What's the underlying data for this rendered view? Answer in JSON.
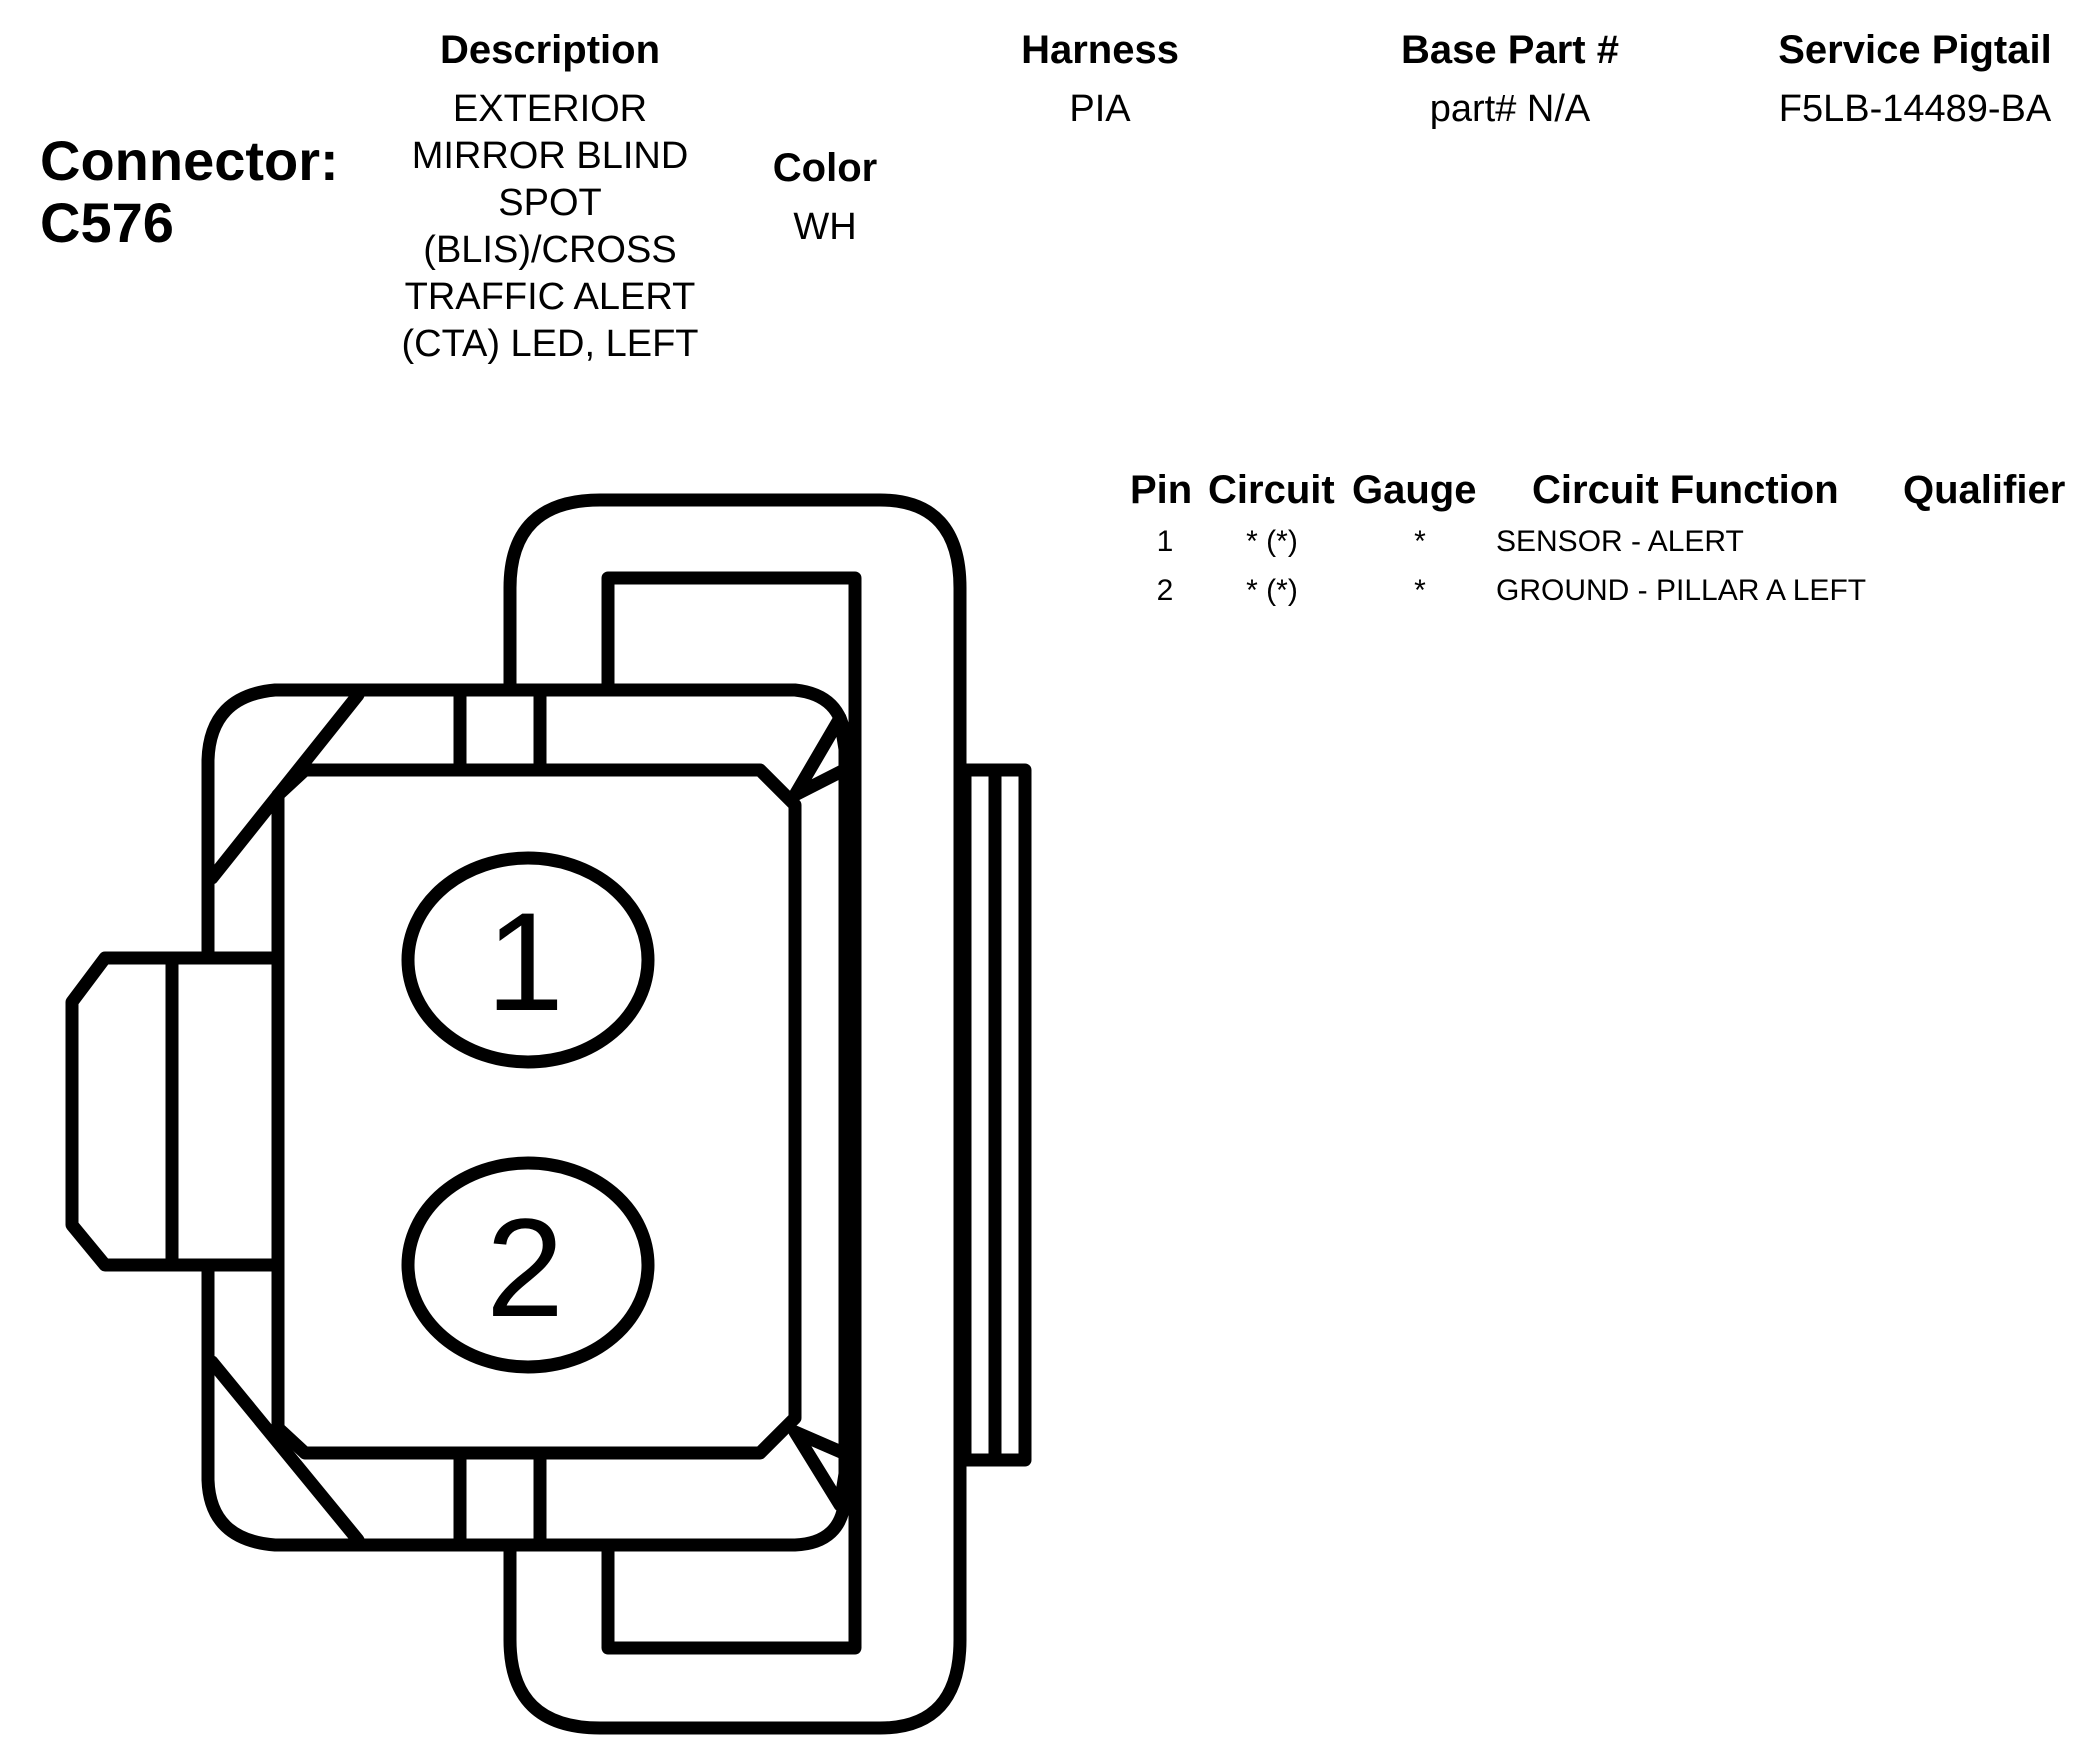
{
  "connector": {
    "label": "Connector:",
    "id": "C576"
  },
  "header": {
    "description_label": "Description",
    "description_lines": [
      "EXTERIOR",
      "MIRROR BLIND",
      "SPOT",
      "(BLIS)/CROSS",
      "TRAFFIC ALERT",
      "(CTA) LED, LEFT"
    ],
    "color_label": "Color",
    "color_value": "WH",
    "harness_label": "Harness",
    "harness_value": "PIA",
    "base_part_label": "Base Part #",
    "base_part_value": "part# N/A",
    "service_pigtail_label": "Service Pigtail",
    "service_pigtail_value": "F5LB-14489-BA"
  },
  "pin_table": {
    "columns": [
      "Pin",
      "Circuit",
      "Gauge",
      "Circuit Function",
      "Qualifier"
    ],
    "rows": [
      {
        "pin": "1",
        "circuit": "* (*)",
        "gauge": "*",
        "function": "SENSOR - ALERT",
        "qualifier": ""
      },
      {
        "pin": "2",
        "circuit": "* (*)",
        "gauge": "*",
        "function": "GROUND - PILLAR A LEFT",
        "qualifier": ""
      }
    ]
  },
  "diagram": {
    "pin_labels": [
      "1",
      "2"
    ],
    "stroke_color": "#000000",
    "fill_color": "#ffffff"
  }
}
